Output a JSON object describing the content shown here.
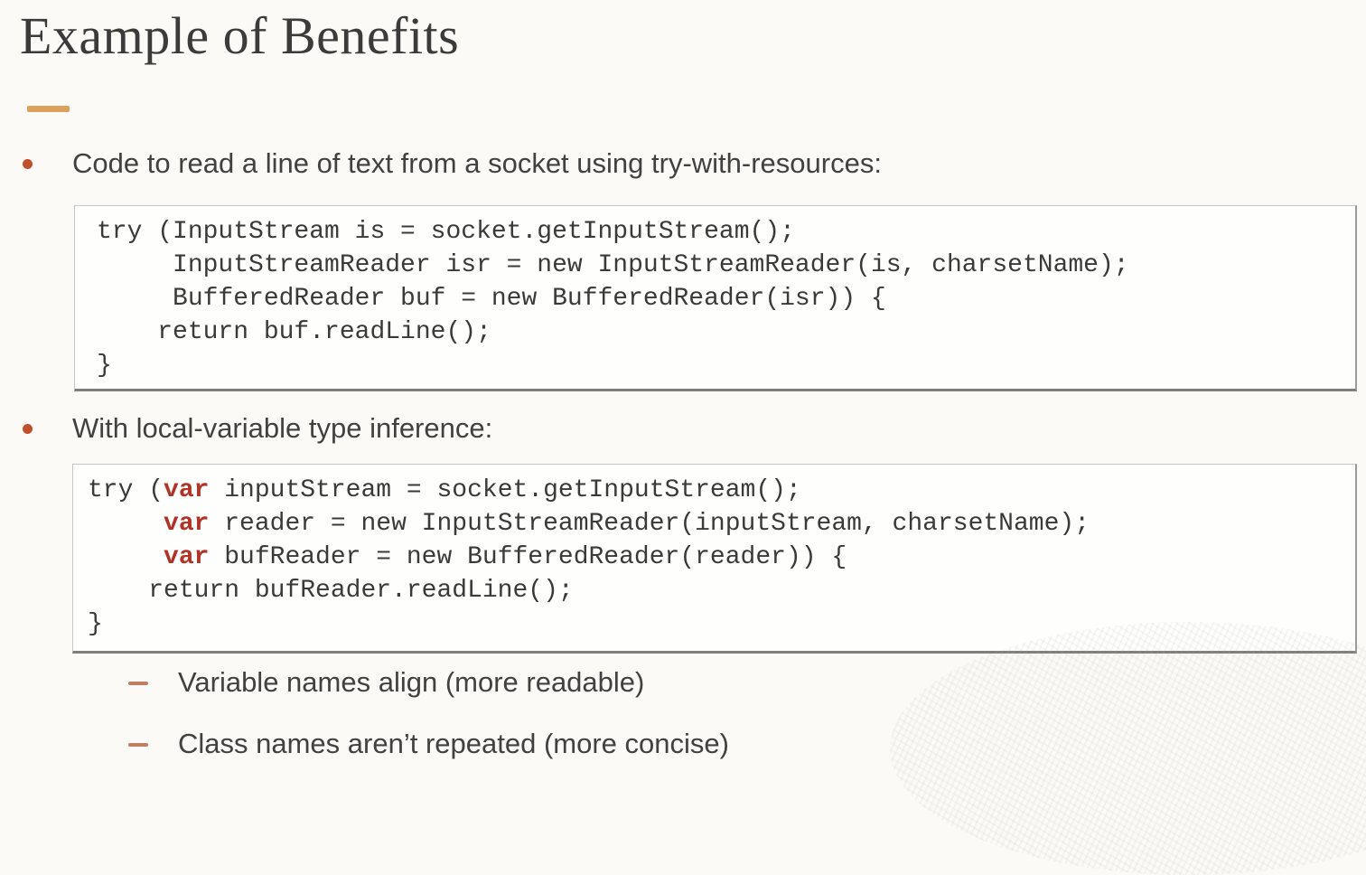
{
  "slide": {
    "title": "Example of Benefits",
    "bullets": [
      {
        "text": "Code to read a line of text from a socket using try-with-resources:"
      },
      {
        "text": "With local-variable type inference:"
      }
    ],
    "code_blocks": [
      {
        "lines": [
          [
            {
              "t": "try (InputStream is = socket.getInputStream();"
            }
          ],
          [
            {
              "t": "     InputStreamReader isr = new InputStreamReader(is, charsetName);"
            }
          ],
          [
            {
              "t": "     BufferedReader buf = new BufferedReader(isr)) {"
            }
          ],
          [
            {
              "t": "    return buf.readLine();"
            }
          ],
          [
            {
              "t": "}"
            }
          ]
        ]
      },
      {
        "lines": [
          [
            {
              "t": "try ("
            },
            {
              "t": "var",
              "kw": true
            },
            {
              "t": " inputStream = socket.getInputStream();"
            }
          ],
          [
            {
              "t": "     "
            },
            {
              "t": "var",
              "kw": true
            },
            {
              "t": " reader = new InputStreamReader(inputStream, charsetName);"
            }
          ],
          [
            {
              "t": "     "
            },
            {
              "t": "var",
              "kw": true
            },
            {
              "t": " bufReader = new BufferedReader(reader)) {"
            }
          ],
          [
            {
              "t": "    return bufReader.readLine();"
            }
          ],
          [
            {
              "t": "}"
            }
          ]
        ]
      }
    ],
    "sub_bullets": [
      {
        "text": "Variable names align (more readable)"
      },
      {
        "text": "Class names aren’t repeated (more concise)"
      }
    ]
  },
  "theme": {
    "bg": "#fbfaf7",
    "title-color": "#3b3b3b",
    "text-color": "#414141",
    "code-color": "#3a3a3a",
    "accent-bullet": "#c0502b",
    "accent-dash": "#dba15d",
    "accent-subdash": "#c17d5f",
    "keyword-red": "#b13226"
  }
}
